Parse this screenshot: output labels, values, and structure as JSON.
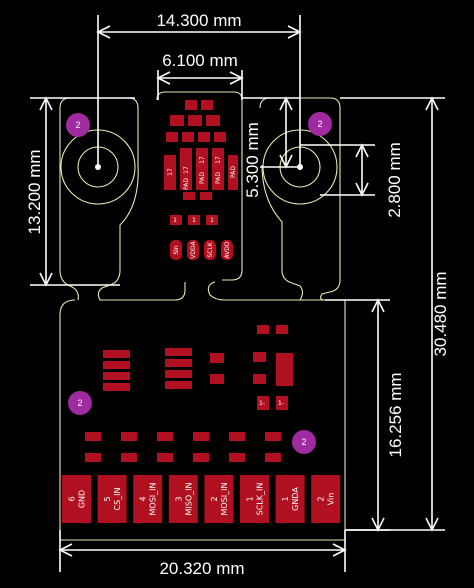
{
  "dimensions": {
    "top_width": "14.300 mm",
    "inner_width": "6.100 mm",
    "left_height": "13.200 mm",
    "hole_offset": "5.300 mm",
    "small_height": "2.800 mm",
    "right_height": "30.480 mm",
    "mid_height": "16.256 mm",
    "bottom_width": "20.320 mm"
  },
  "via_label": "2",
  "connector_pins": [
    {
      "num": "6",
      "name": "GND"
    },
    {
      "num": "5",
      "name": "CS_IN"
    },
    {
      "num": "4",
      "name": "MOSI_IN"
    },
    {
      "num": "3",
      "name": "MISO_IN"
    },
    {
      "num": "2",
      "name": "MOSI_IN"
    },
    {
      "num": "1",
      "name": "SCLK_IN"
    },
    {
      "num": "1",
      "name": "GNDA"
    },
    {
      "num": "2",
      "name": "Vin"
    }
  ],
  "upper_pad_labels": [
    "17",
    "17",
    "17",
    "17",
    "PAD",
    "PAD",
    "PAD",
    "PAD"
  ],
  "lower_pad_labels": [
    "Sin",
    "VDDA",
    "SCLK",
    "AVDD"
  ],
  "small_pad_labels": [
    "1",
    "1",
    "1",
    "1-",
    "1-"
  ],
  "colors": {
    "background": "#000000",
    "outline": "#e8e8b0",
    "pad": "#b01020",
    "via": "#a02aa0",
    "dimension": "#ffffff"
  }
}
